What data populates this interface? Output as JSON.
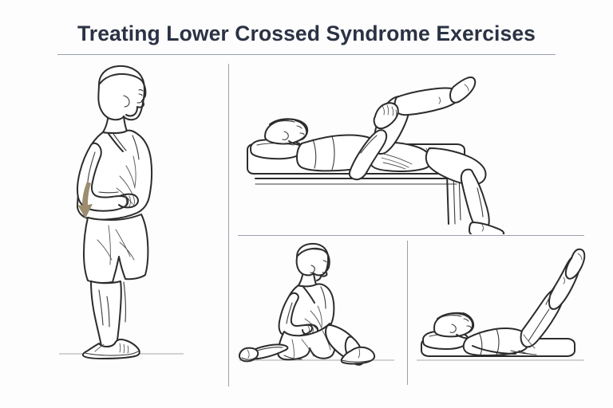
{
  "document": {
    "title": "Treating Lower Crossed Syndrome Exercises",
    "kind": "exercise-infographic",
    "background_color": "#fdfdfd",
    "title_color": "#2b3244",
    "line_art_color": "#2c2c2c",
    "divider_color": "#9aa0ab",
    "accent_arrow_color": "#9b8d6e"
  },
  "header": {
    "title": "Treating Lower Crossed Syndrome Exercises",
    "rule_visible": true
  },
  "panels": [
    {
      "id": "panel-standing",
      "name": "standing-posterior-pelvic-tilt",
      "caption": "",
      "figure": "man standing in side profile with hands on hips",
      "annotation_arrow": {
        "present": true,
        "direction": "down",
        "color": "#9b8d6e",
        "meaning": "tuck pelvis downward"
      },
      "ground_line": true
    },
    {
      "id": "panel-supine-table",
      "name": "supine-hip-flexor-stretch-on-table",
      "caption": "",
      "figure": "man lying supine on treatment table pulling one knee to chest while opposite leg hangs off edge",
      "props": [
        "table",
        "pillow"
      ],
      "annotation_arrow": {
        "present": false
      },
      "ground_line": false
    },
    {
      "id": "panel-lunge",
      "name": "half-kneeling-hip-flexor-lunge",
      "caption": "",
      "figure": "man in half-kneeling lunge stretch with hands on hips",
      "annotation_arrow": {
        "present": false
      },
      "ground_line": true
    },
    {
      "id": "panel-deadbug",
      "name": "supine-knees-raised-core-exercise",
      "caption": "",
      "figure": "man lying supine on mat with knees bent and raised",
      "props": [
        "mat",
        "pillow"
      ],
      "annotation_arrow": {
        "present": false
      },
      "ground_line": true
    }
  ],
  "dividers": [
    {
      "name": "vertical-main",
      "orientation": "vertical"
    },
    {
      "name": "horizontal-lower",
      "orientation": "horizontal"
    },
    {
      "name": "vertical-lower",
      "orientation": "vertical"
    }
  ]
}
